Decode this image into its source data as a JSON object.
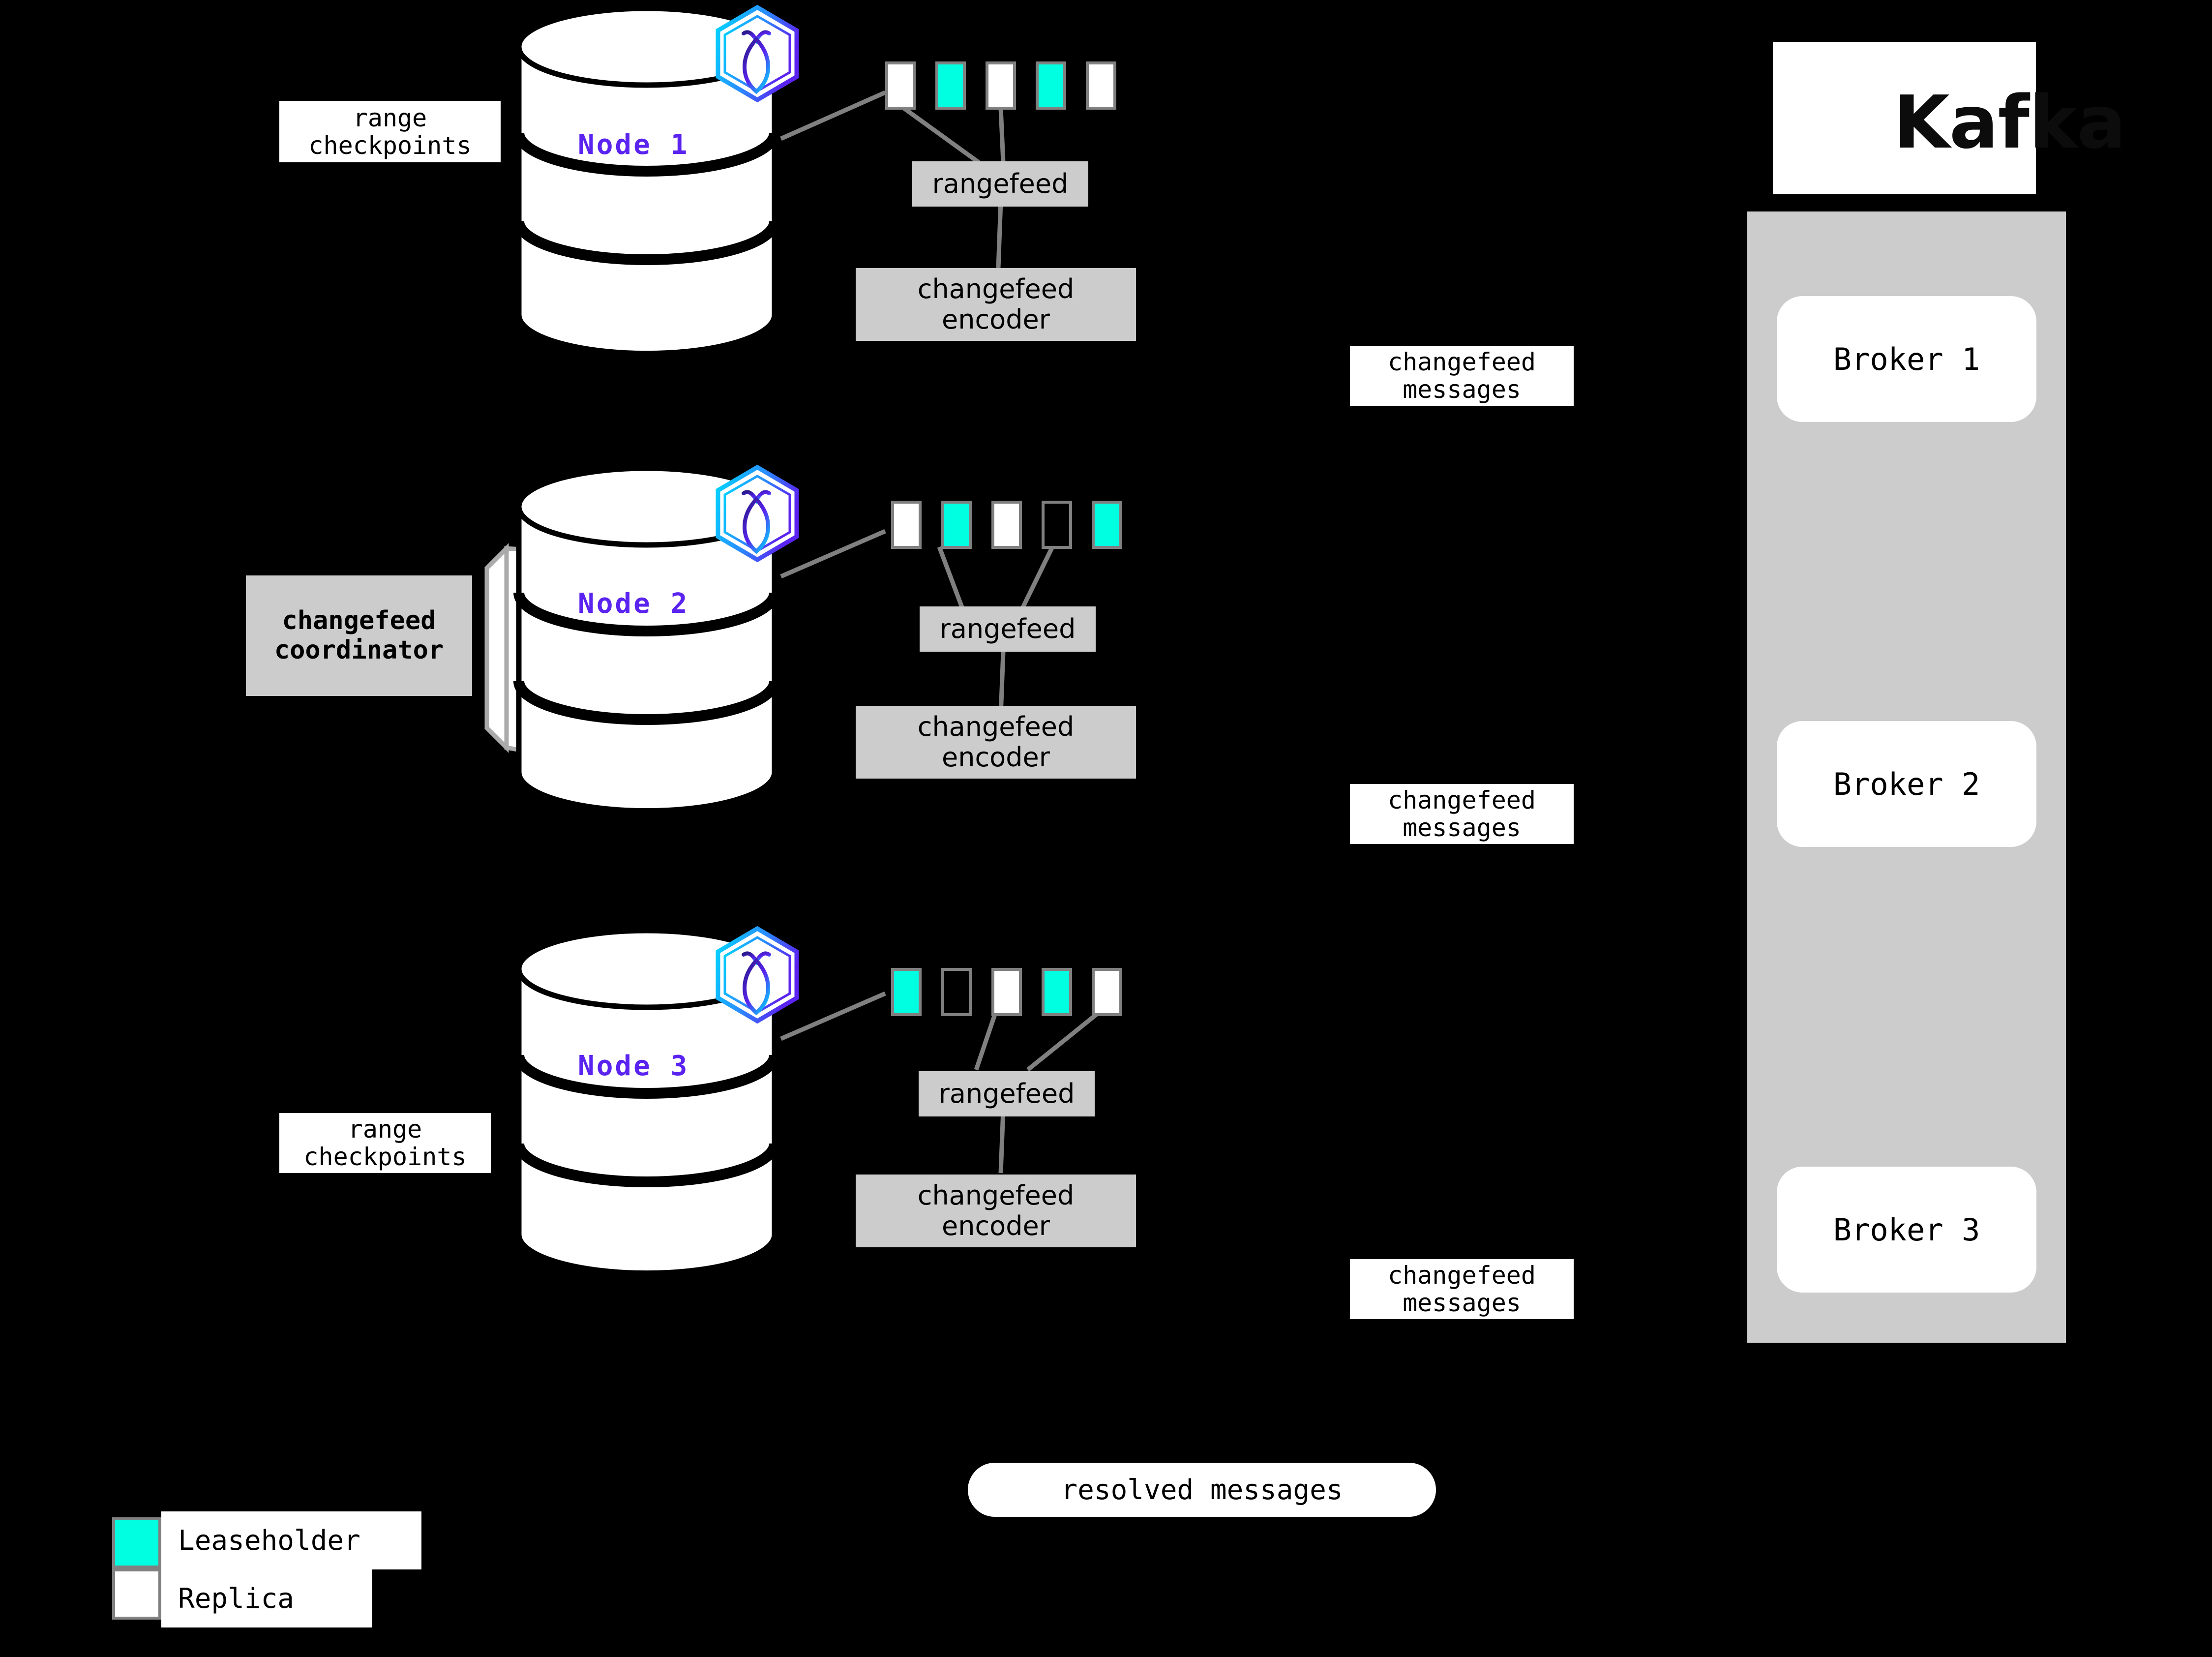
{
  "background_color": "#000000",
  "palette": {
    "leaseholder": "#00ffe0",
    "replica": "#ffffff",
    "range_border": "#808080",
    "process_box": "#cccccc",
    "node_label": "#5a23f0",
    "connector": "#808080",
    "cockroach_gradient_from": "#00d9ff",
    "cockroach_gradient_to": "#5a23f0"
  },
  "nodes": [
    {
      "id": "node-1",
      "label": "Node 1",
      "logo_icon": "cockroachdb-hexagon-icon",
      "side_label": "range\ncheckpoints",
      "ranges": [
        {
          "kind": "replica"
        },
        {
          "kind": "leaseholder"
        },
        {
          "kind": "replica"
        },
        {
          "kind": "leaseholder"
        },
        {
          "kind": "replica"
        }
      ],
      "rangefeed_label": "rangefeed",
      "encoder_label": "changefeed\nencoder",
      "messages_label": "changefeed\nmessages"
    },
    {
      "id": "node-2",
      "label": "Node 2",
      "logo_icon": "cockroachdb-hexagon-icon",
      "coordinator_label": "changefeed\ncoordinator",
      "ranges": [
        {
          "kind": "replica"
        },
        {
          "kind": "leaseholder"
        },
        {
          "kind": "replica"
        },
        {
          "kind": "empty"
        },
        {
          "kind": "leaseholder"
        }
      ],
      "rangefeed_label": "rangefeed",
      "encoder_label": "changefeed\nencoder",
      "messages_label": "changefeed\nmessages"
    },
    {
      "id": "node-3",
      "label": "Node 3",
      "logo_icon": "cockroachdb-hexagon-icon",
      "side_label": "range\ncheckpoints",
      "ranges": [
        {
          "kind": "leaseholder"
        },
        {
          "kind": "empty"
        },
        {
          "kind": "replica"
        },
        {
          "kind": "leaseholder"
        },
        {
          "kind": "replica"
        }
      ],
      "rangefeed_label": "rangefeed",
      "encoder_label": "changefeed\nencoder",
      "messages_label": "changefeed\nmessages"
    }
  ],
  "kafka": {
    "wordmark": "Kafka",
    "logo_icon": "kafka-logo-icon",
    "brokers": [
      {
        "label": "Broker 1"
      },
      {
        "label": "Broker 2"
      },
      {
        "label": "Broker 3"
      }
    ]
  },
  "resolved_messages_label": "resolved messages",
  "legend": {
    "items": [
      {
        "label": "Leaseholder",
        "swatch": "leaseholder"
      },
      {
        "label": "Replica",
        "swatch": "replica"
      }
    ]
  }
}
